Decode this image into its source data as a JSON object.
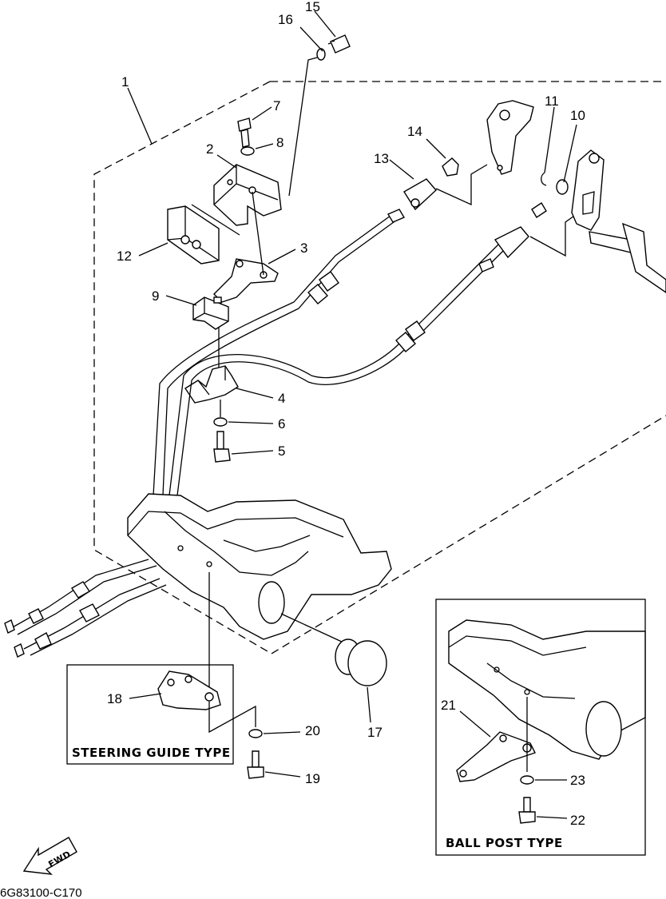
{
  "callouts": {
    "n1": "1",
    "n2": "2",
    "n3": "3",
    "n4": "4",
    "n5": "5",
    "n6": "6",
    "n7": "7",
    "n8": "8",
    "n9": "9",
    "n10": "10",
    "n11": "11",
    "n12": "12",
    "n13": "13",
    "n14": "14",
    "n15": "15",
    "n16": "16",
    "n17": "17",
    "n18": "18",
    "n19": "19",
    "n20": "20",
    "n21": "21",
    "n22": "22",
    "n23": "23"
  },
  "boxes": {
    "steering_label": "STEERING GUIDE TYPE",
    "ball_post_label": "BALL POST TYPE"
  },
  "fwd_label": "FWD",
  "diagram_code": "6G83100-C170"
}
